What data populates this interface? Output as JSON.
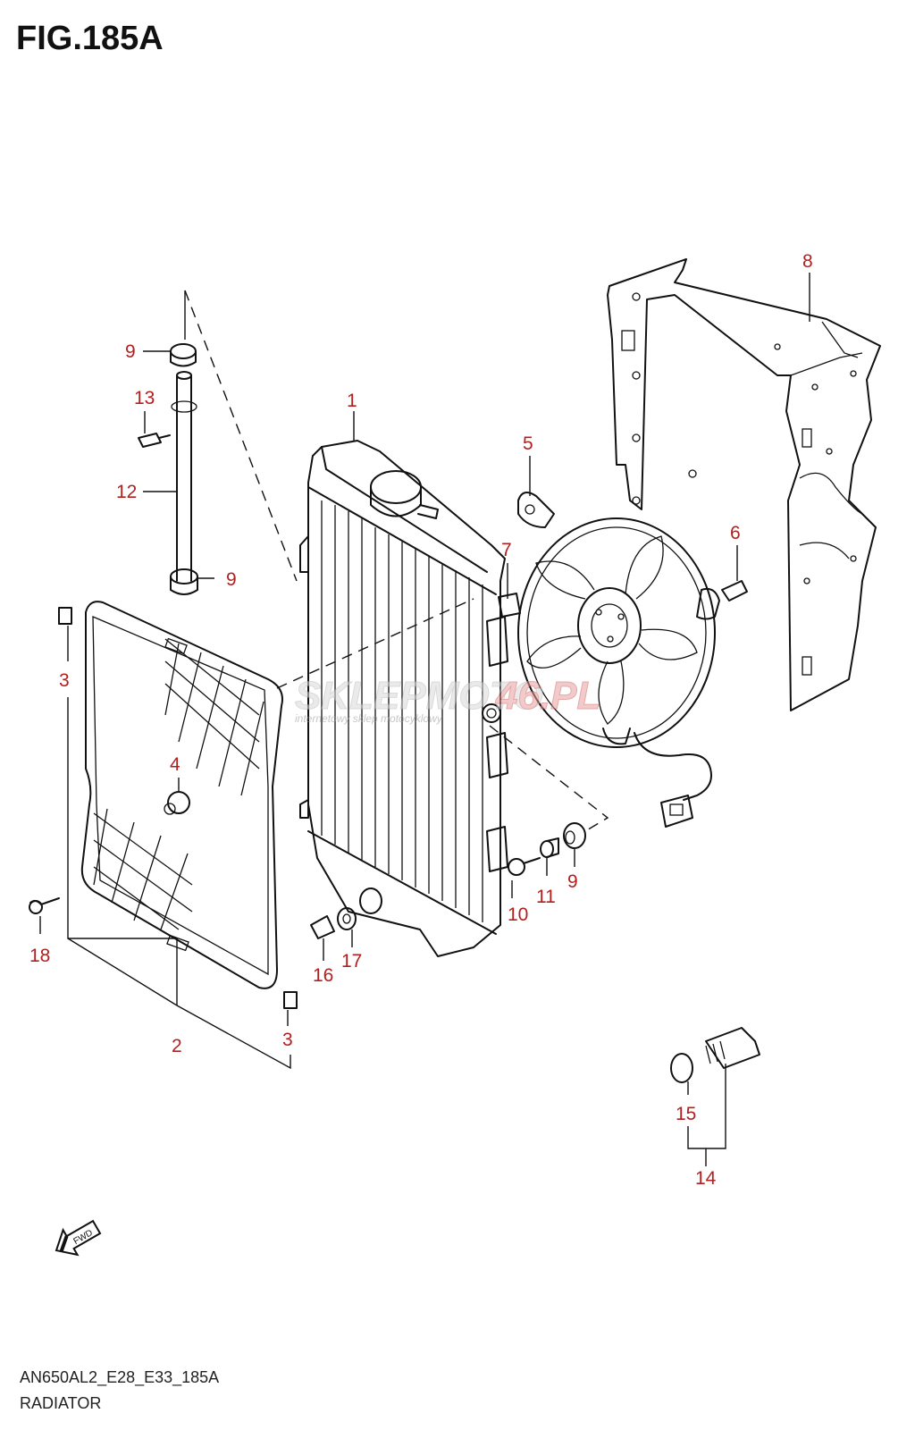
{
  "figure": {
    "title": "FIG.185A",
    "code": "AN650AL2_E28_E33_185A",
    "name": "RADIATOR"
  },
  "colors": {
    "callout": "#b21f1f",
    "line": "#111111",
    "watermark": "#e8a0a0"
  },
  "watermark": {
    "text_a": "SKLEPMOTO",
    "text_b": "46.PL",
    "subtitle": "internetowy sklep motocyklowy"
  },
  "fwd_arrow": {
    "label": "FWD"
  },
  "callouts": [
    "1",
    "2",
    "3",
    "3",
    "4",
    "5",
    "6",
    "7",
    "8",
    "9",
    "9",
    "9",
    "10",
    "11",
    "12",
    "13",
    "14",
    "15",
    "16",
    "17",
    "18"
  ]
}
